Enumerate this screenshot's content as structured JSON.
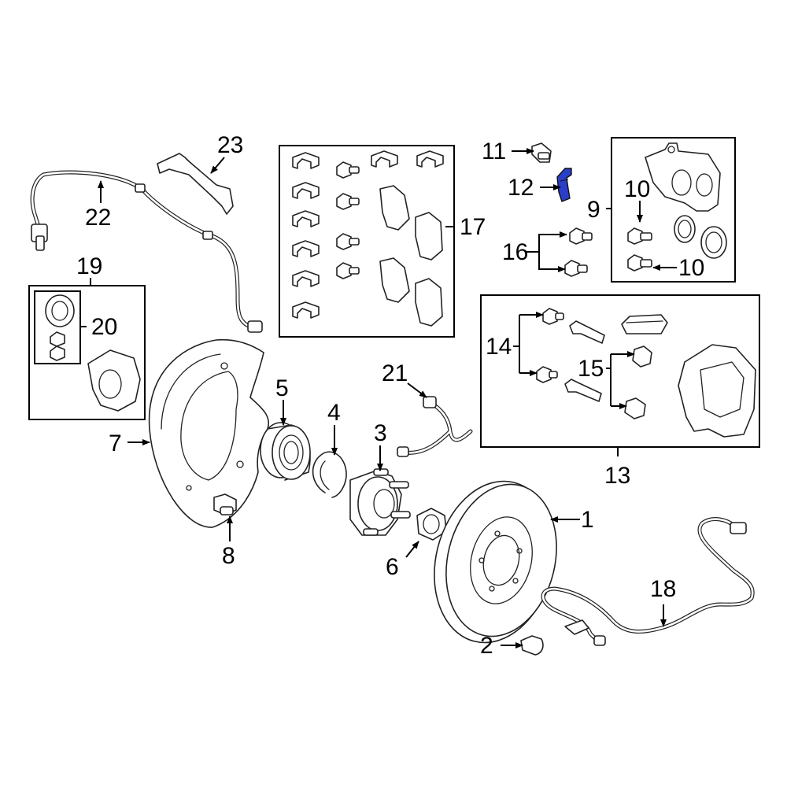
{
  "diagram": {
    "highlight_color": "#2a3ec8",
    "highlighted_callout": "12",
    "callouts": {
      "c1": "1",
      "c2": "2",
      "c3": "3",
      "c4": "4",
      "c5": "5",
      "c6": "6",
      "c7": "7",
      "c8": "8",
      "c9": "9",
      "c10a": "10",
      "c10b": "10",
      "c11": "11",
      "c12": "12",
      "c13": "13",
      "c14": "14",
      "c15": "15",
      "c16": "16",
      "c17": "17",
      "c18": "18",
      "c19": "19",
      "c20": "20",
      "c21": "21",
      "c22": "22",
      "c23": "23"
    }
  }
}
